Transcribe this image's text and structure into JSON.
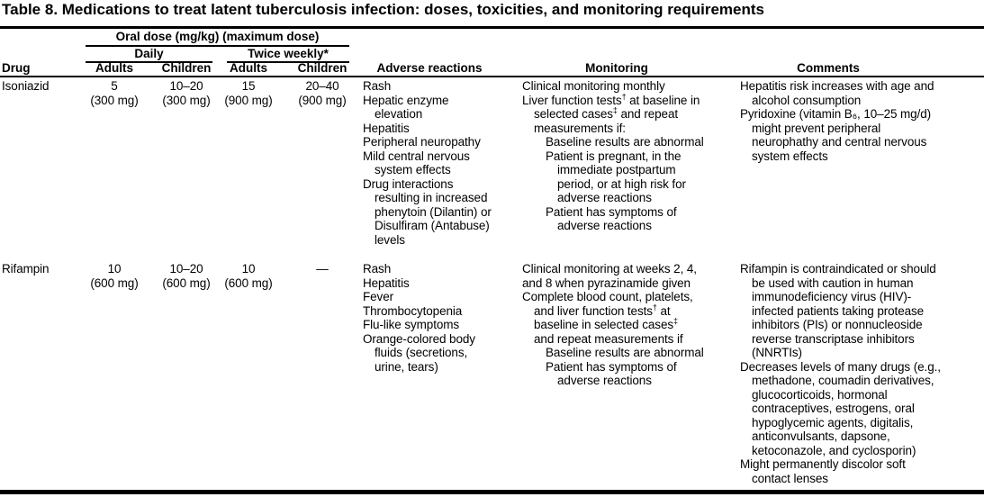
{
  "title": "Table 8. Medications to treat latent tuberculosis infection: doses, toxicities, and monitoring requirements",
  "colors": {
    "text": "#000000",
    "background": "#ffffff",
    "rule": "#000000"
  },
  "columns": {
    "drug": "Drug",
    "dose_group": "Oral dose (mg/kg) (maximum dose)",
    "daily": "Daily",
    "twice_weekly": "Twice weekly*",
    "subcols": [
      "Adults",
      "Children",
      "Adults",
      "Children"
    ],
    "adverse": "Adverse reactions",
    "monitoring": "Monitoring",
    "comments": "Comments"
  },
  "rows": [
    {
      "drug": "Isoniazid",
      "doses": [
        [
          "5",
          "(300 mg)"
        ],
        [
          "10–20",
          "(300 mg)"
        ],
        [
          "15",
          "(900 mg)"
        ],
        [
          "20–40",
          "(900 mg)"
        ]
      ],
      "adverse": [
        [
          0,
          "Rash"
        ],
        [
          0,
          "Hepatic enzyme"
        ],
        [
          1,
          "elevation"
        ],
        [
          0,
          "Hepatitis"
        ],
        [
          0,
          "Peripheral neuropathy"
        ],
        [
          0,
          "Mild central nervous"
        ],
        [
          1,
          "system effects"
        ],
        [
          0,
          "Drug interactions"
        ],
        [
          1,
          "resulting in increased"
        ],
        [
          1,
          "phenytoin (Dilantin) or"
        ],
        [
          1,
          "Disulfiram (Antabuse)"
        ],
        [
          1,
          "levels"
        ]
      ],
      "monitoring": [
        [
          0,
          "Clinical monitoring monthly"
        ],
        [
          0,
          "Liver function tests† at baseline in"
        ],
        [
          1,
          "selected cases‡ and repeat"
        ],
        [
          1,
          "measurements if:"
        ],
        [
          2,
          "Baseline results are abnormal"
        ],
        [
          2,
          "Patient is pregnant, in the"
        ],
        [
          3,
          "immediate postpartum"
        ],
        [
          3,
          "period, or at high risk for"
        ],
        [
          3,
          "adverse reactions"
        ],
        [
          2,
          "Patient has symptoms of"
        ],
        [
          3,
          "adverse reactions"
        ]
      ],
      "comments": [
        [
          0,
          "Hepatitis risk increases with age and"
        ],
        [
          1,
          "alcohol consumption"
        ],
        [
          0,
          "Pyridoxine (vitamin B₆, 10–25 mg/d)"
        ],
        [
          1,
          "might prevent peripheral"
        ],
        [
          1,
          "neurophathy and central nervous"
        ],
        [
          1,
          "system effects"
        ]
      ]
    },
    {
      "drug": "Rifampin",
      "doses": [
        [
          "10",
          "(600 mg)"
        ],
        [
          "10–20",
          "(600 mg)"
        ],
        [
          "10",
          "(600 mg)"
        ],
        [
          "—"
        ]
      ],
      "adverse": [
        [
          0,
          "Rash"
        ],
        [
          0,
          "Hepatitis"
        ],
        [
          0,
          "Fever"
        ],
        [
          0,
          "Thrombocytopenia"
        ],
        [
          0,
          "Flu-like symptoms"
        ],
        [
          0,
          "Orange-colored body"
        ],
        [
          1,
          "fluids (secretions,"
        ],
        [
          1,
          "urine, tears)"
        ]
      ],
      "monitoring": [
        [
          0,
          "Clinical monitoring at weeks 2, 4,"
        ],
        [
          0,
          "and 8 when pyrazinamide given"
        ],
        [
          0,
          "Complete blood count, platelets,"
        ],
        [
          1,
          "and liver function tests† at"
        ],
        [
          1,
          "baseline in selected cases‡"
        ],
        [
          1,
          "and repeat measurements if"
        ],
        [
          2,
          "Baseline results are abnormal"
        ],
        [
          2,
          "Patient has symptoms of"
        ],
        [
          3,
          "adverse reactions"
        ]
      ],
      "comments": [
        [
          0,
          "Rifampin is contraindicated or should"
        ],
        [
          1,
          "be used with caution in human"
        ],
        [
          1,
          "immunodeficiency virus (HIV)-"
        ],
        [
          1,
          "infected patients taking protease"
        ],
        [
          1,
          "inhibitors (PIs) or nonnucleoside"
        ],
        [
          1,
          "reverse transcriptase inhibitors"
        ],
        [
          1,
          "(NNRTIs)"
        ],
        [
          0,
          "Decreases levels of many drugs (e.g.,"
        ],
        [
          1,
          "methadone, coumadin derivatives,"
        ],
        [
          1,
          "glucocorticoids, hormonal"
        ],
        [
          1,
          "contraceptives, estrogens, oral"
        ],
        [
          1,
          "hypoglycemic agents, digitalis,"
        ],
        [
          1,
          "anticonvulsants, dapsone,"
        ],
        [
          1,
          "ketoconazole, and cyclosporin)"
        ],
        [
          0,
          "Might permanently discolor soft"
        ],
        [
          1,
          "contact lenses"
        ]
      ]
    }
  ]
}
